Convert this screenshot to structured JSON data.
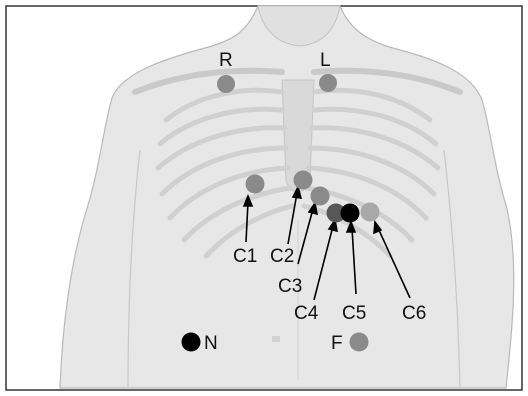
{
  "labels": {
    "r": "R",
    "l": "L",
    "c1": "C1",
    "c2": "C2",
    "c3": "C3",
    "c4": "C4",
    "c5": "C5",
    "c6": "C6",
    "n": "N",
    "f": "F"
  },
  "colors": {
    "electrode_grey": "#8a8a8a",
    "electrode_dark": "#575757",
    "electrode_black": "#000000",
    "electrode_light": "#a8a8a8",
    "skin": "#e6e6e6",
    "bone": "#cfcfcf",
    "frame": "#333333"
  }
}
